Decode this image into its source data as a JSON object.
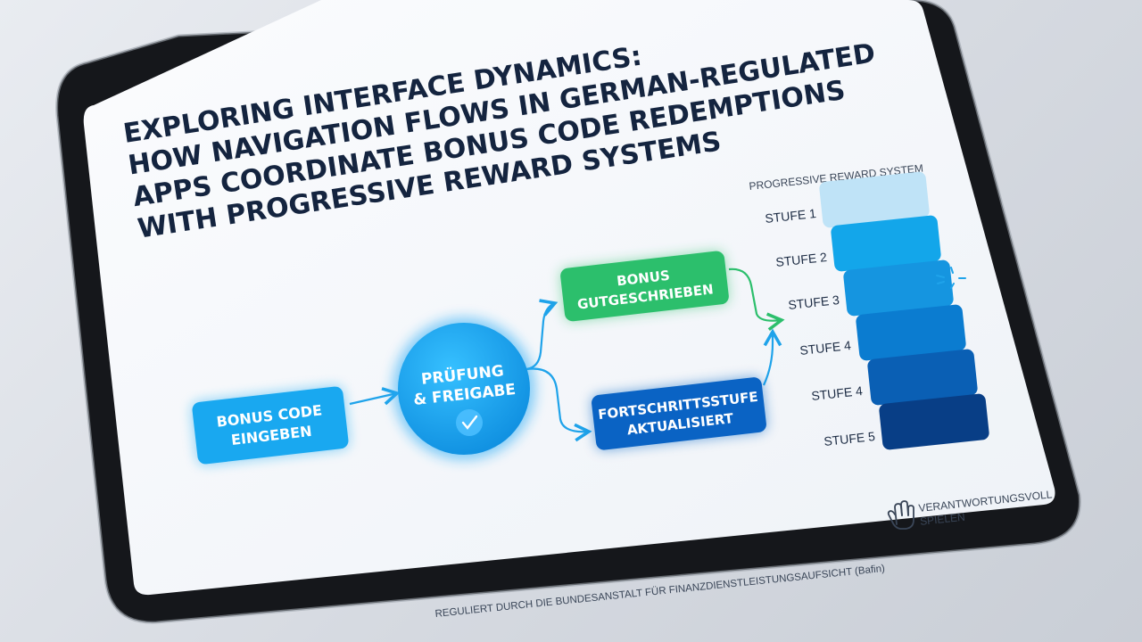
{
  "title": {
    "lines": [
      "EXPLORING INTERFACE DYNAMICS:",
      "HOW NAVIGATION FLOWS IN GERMAN-REGULATED",
      "APPS COORDINATE BONUS CODE REDEMPTIONS",
      "WITH PROGRESSIVE REWARD SYSTEMS"
    ]
  },
  "flow": {
    "enter_code": [
      "BONUS CODE",
      "EINGEBEN"
    ],
    "review": [
      "PRÜFUNG",
      "& FREIGABE"
    ],
    "credited": [
      "BONUS",
      "GUTGESCHRIEBEN"
    ],
    "progress": [
      "FORTSCHRITTSSTUFE",
      "AKTUALISIERT"
    ]
  },
  "reward_system": {
    "heading": "PROGRESSIVE REWARD SYSTEM",
    "stages": [
      {
        "label": "STUFE 1",
        "color": "#bfe3f7"
      },
      {
        "label": "STUFE 2",
        "color": "#13a6ea"
      },
      {
        "label": "STUFE 3",
        "color": "#1595e0"
      },
      {
        "label": "STUFE 4",
        "color": "#0b7cd0"
      },
      {
        "label": "STUFE 4",
        "color": "#0a5fb4"
      },
      {
        "label": "STUFE 5",
        "color": "#083e86"
      }
    ]
  },
  "responsible": [
    "VERANTWORTUNGSVOLL",
    "SPIELEN"
  ],
  "regulator_note": "REGULIERT DURCH DIE BUNDESANSTALT FÜR FINANZDIENSTLEISTUNGSAUFSICHT (Bafin)",
  "colors": {
    "accent_blue": "#139fe6",
    "accent_green": "#2cbf6c",
    "progress_blue": "#0a63c4",
    "title_navy": "#14243f"
  }
}
